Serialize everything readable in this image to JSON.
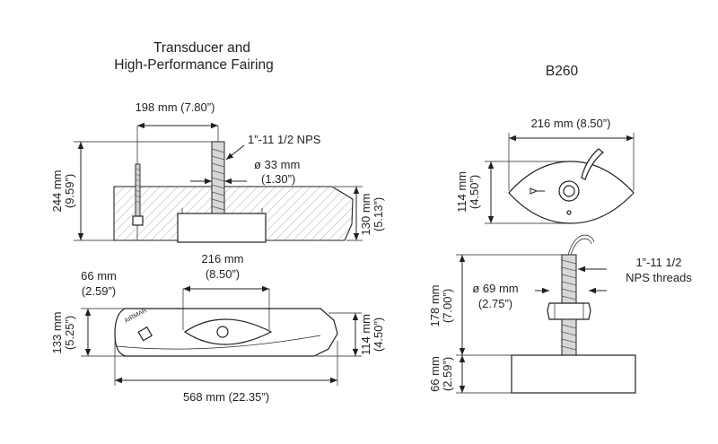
{
  "titles": {
    "left": [
      "Transducer and",
      "High-Performance Fairing"
    ],
    "right": "B260"
  },
  "dimensions": {
    "left": {
      "width_top": "198 mm (7.80”)",
      "height_total": [
        "244 mm",
        "(9.59”)"
      ],
      "thread": "1”-11 1/2 NPS",
      "stem_dia": [
        "ø 33 mm",
        "(1.30”)"
      ],
      "height_fairing": [
        "130 mm",
        "(5.13”)"
      ],
      "stem_below": [
        "66 mm",
        "(2.59”)"
      ],
      "width_fairing_bottom": [
        "216 mm",
        "(8.50”)"
      ],
      "height_bottom_left": [
        "133 mm",
        "(5.25”)"
      ],
      "height_bottom_right": [
        "114 mm",
        "(4.50”)"
      ],
      "length_total": "568 mm (22.35”)"
    },
    "right": {
      "width_top": "216 mm (8.50”)",
      "height_top": [
        "114 mm",
        "(4.50”)"
      ],
      "thread": [
        "1”-11 1/2",
        "NPS threads"
      ],
      "nut_dia": [
        "ø 69 mm",
        "(2.75”)"
      ],
      "stem_height": [
        "178 mm",
        "(7.00”)"
      ],
      "body_height": [
        "66 mm",
        "(2.59”)"
      ]
    }
  },
  "brand_mark": "AIRMAR"
}
